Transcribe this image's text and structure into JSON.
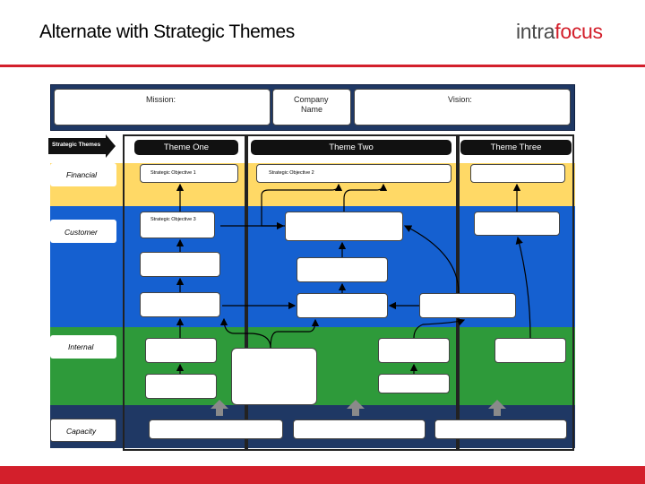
{
  "header": {
    "title": "Alternate with Strategic Themes",
    "logo_part1": "intra",
    "logo_part2": "focus"
  },
  "top": {
    "mission": "Mission:",
    "company_line1": "Company",
    "company_line2": "Name",
    "vision": "Vision:"
  },
  "themes": {
    "strategic_themes": "Strategic Themes",
    "one": "Theme One",
    "two": "Theme Two",
    "three": "Theme Three"
  },
  "rows": {
    "financial": "Financial",
    "customer": "Customer",
    "internal": "Internal",
    "capacity": "Capacity"
  },
  "objectives": {
    "o1": "Strategic Objective 1",
    "o2": "Strategic Objective 2",
    "o3": "Strategic Objective 3"
  },
  "colors": {
    "navy": "#1f3864",
    "yellow": "#ffd966",
    "blue": "#1560d0",
    "green": "#2e9a3a",
    "red": "#d31f2b"
  }
}
